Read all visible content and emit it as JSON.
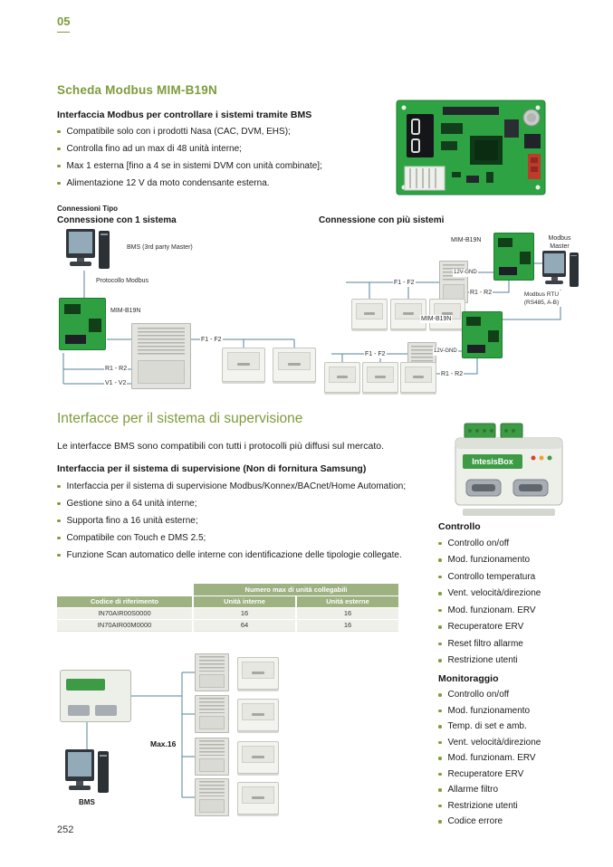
{
  "page": {
    "chapter": "05",
    "footer_page": "252"
  },
  "colors": {
    "accent": "#7e9b3c",
    "table-header": "#9eb181",
    "wire": "#54839b"
  },
  "section_modbus": {
    "title": "Scheda Modbus MIM-B19N",
    "subtitle": "Interfaccia Modbus per controllare i sistemi tramite BMS",
    "bullets": [
      "Compatibile solo con i prodotti Nasa (CAC, DVM, EHS);",
      "Controlla fino ad un max di 48 unità interne;",
      "Max 1 esterna [fino a 4 se in sistemi DVM con unità combinate];",
      "Alimentazione 12 V da moto condensante esterna."
    ]
  },
  "connections": {
    "label": "Connessioni Tipo",
    "single": {
      "title": "Connessione con 1 sistema",
      "labels": {
        "bms": "BMS (3rd party Master)",
        "protocol": "Protocollo Modbus",
        "board": "MIM-B19N",
        "f1f2": "F1 - F2",
        "r1r2": "R1 - R2",
        "v1v2": "V1 - V2"
      }
    },
    "multi": {
      "title": "Connessione con più sistemi",
      "labels": {
        "board_top": "MIM-B19N",
        "modbus_master": "Modbus Master",
        "f1f2_top": "F1 - F2",
        "power_top": "12V-GND",
        "r1r2_top": "R1 - R2",
        "modbus_rtu": "Modbus RTU (RS485, A-B)",
        "board_bottom": "MIM-B19N",
        "f1f2_bottom": "F1 - F2",
        "power_bottom": "12V-GND",
        "r1r2_bottom": "R1 - R2"
      }
    }
  },
  "section_supervision": {
    "title": "Interfacce per il sistema di supervisione",
    "intro": "Le interfacce BMS sono compatibili con tutti i protocolli più diffusi sul mercato.",
    "subtitle": "Interfaccia per il sistema di supervisione (Non di fornitura Samsung)",
    "bullets": [
      "Interfaccia per il sistema di supervisione Modbus/Konnex/BACnet/Home Automation;",
      "Gestione sino a 64 unità interne;",
      "Supporta fino a 16 unità esterne;",
      "Compatibile con Touch e DMS 2.5;",
      "Funzione Scan automatico delle interne con identificazione delle tipologie collegate."
    ]
  },
  "table": {
    "span_header": "Numero max di unità collegabili",
    "columns": [
      "Codice di riferimento",
      "Unità interne",
      "Unità esterne"
    ],
    "rows": [
      [
        "IN70AIR00S0000",
        "16",
        "16"
      ],
      [
        "IN70AIR00M0000",
        "64",
        "16"
      ]
    ]
  },
  "controllo": {
    "heading": "Controllo",
    "items": [
      "Controllo on/off",
      "Mod. funzionamento",
      "Controllo temperatura",
      "Vent. velocità/direzione",
      "Mod. funzionam. ERV",
      "Recuperatore ERV",
      "Reset filtro allarme",
      "Restrizione utenti"
    ]
  },
  "monitoraggio": {
    "heading": "Monitoraggio",
    "items": [
      "Controllo on/off",
      "Mod. funzionamento",
      "Temp. di set e amb.",
      "Vent. velocità/direzione",
      "Mod. funzionam. ERV",
      "Recuperatore ERV",
      "Allarme filtro",
      "Restrizione utenti",
      "Codice errore"
    ]
  },
  "bottom_diagram": {
    "max_label": "Max.16",
    "bms_label": "BMS"
  },
  "device": {
    "brand": "IntesisBox"
  }
}
